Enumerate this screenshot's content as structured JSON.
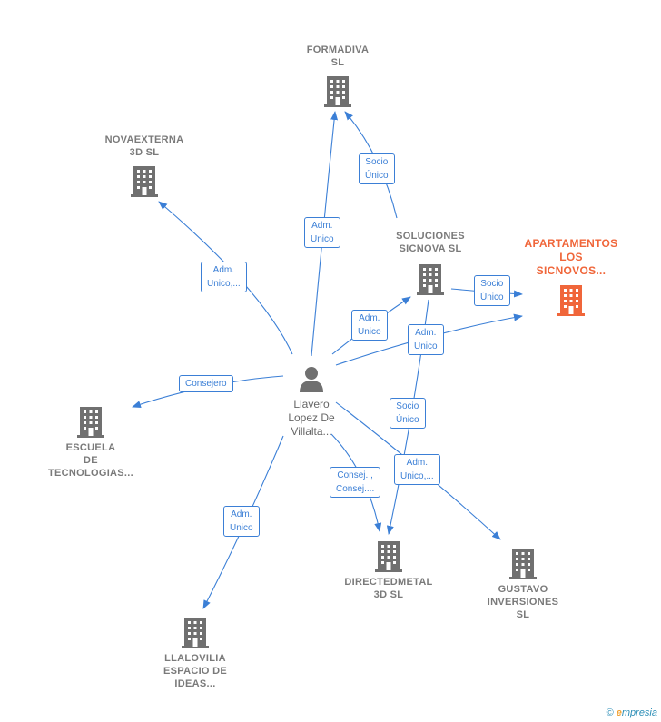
{
  "colors": {
    "edge": "#3b7fd6",
    "node": "#707070",
    "highlight": "#f0663a"
  },
  "center": {
    "label": "Llavero\nLopez De\nVillalta..."
  },
  "nodes": {
    "formadiva": {
      "label": "FORMADIVA\nSL"
    },
    "novaexterna": {
      "label": "NOVAEXTERNA\n3D  SL"
    },
    "soluciones": {
      "label": "SOLUCIONES\nSICNOVA SL"
    },
    "apartamentos": {
      "label": "APARTAMENTOS\nLOS\nSICNOVOS..."
    },
    "escuela": {
      "label": "ESCUELA\nDE\nTECNOLOGIAS..."
    },
    "directedmetal": {
      "label": "DIRECTEDMETAL\n3D  SL"
    },
    "gustavo": {
      "label": "GUSTAVO\nINVERSIONES\nSL"
    },
    "llalovilia": {
      "label": "LLALOVILIA\nESPACIO DE\nIDEAS..."
    }
  },
  "edge_labels": {
    "socio_formadiva": "Socio\nÚnico",
    "adm_formadiva": "Adm.\nUnico",
    "adm_novaexterna": "Adm.\nUnico,...",
    "socio_apartamentos": "Socio\nÚnico",
    "adm_soluciones": "Adm.\nUnico",
    "adm_apartamentos": "Adm.\nUnico",
    "consejero_escuela": "Consejero",
    "socio_directedmetal": "Socio\nÚnico",
    "consej_directedmetal": "Consej. ,\nConsej....",
    "adm_gustavo": "Adm.\nUnico,...",
    "adm_llalovilia": "Adm.\nUnico"
  },
  "footer": {
    "copyright": "©",
    "brand_initial": "e",
    "brand_rest": "mpresia"
  }
}
